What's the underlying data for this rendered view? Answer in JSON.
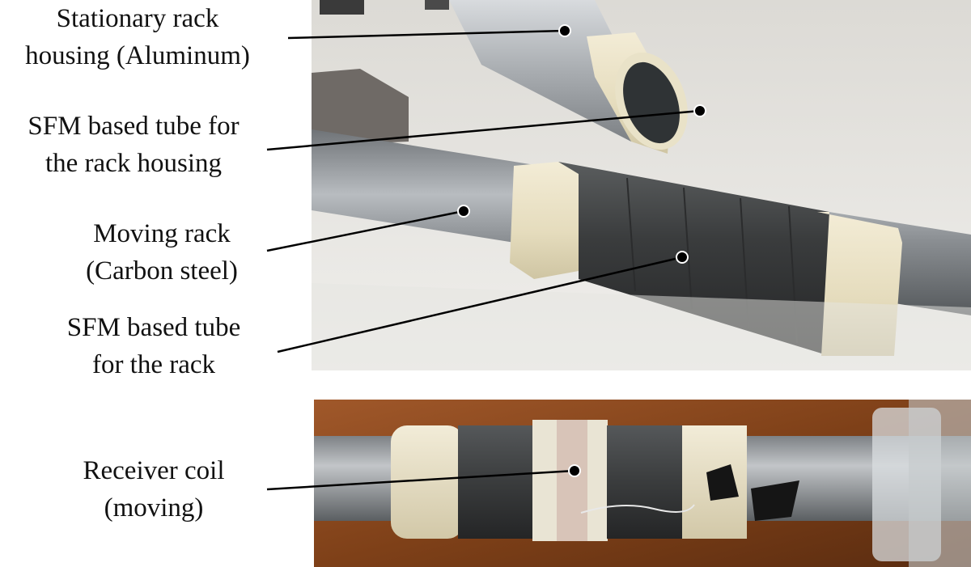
{
  "figure": {
    "labels": [
      {
        "id": "stationary-rack-housing",
        "lines": [
          "Stationary rack",
          "housing (Aluminum)"
        ]
      },
      {
        "id": "sfm-tube-housing",
        "lines": [
          "SFM based tube for",
          "the rack housing"
        ]
      },
      {
        "id": "moving-rack",
        "lines": [
          "Moving rack",
          "(Carbon steel)"
        ]
      },
      {
        "id": "sfm-tube-rack",
        "lines": [
          "SFM based tube",
          "for the rack"
        ]
      },
      {
        "id": "receiver-coil",
        "lines": [
          "Receiver coil",
          "(moving)"
        ]
      }
    ]
  },
  "colors": {
    "table_top": "#e9e8e4",
    "table_wood": "#8a4a1c",
    "aluminum": "#b9bcc0",
    "steel": "#8b8f93",
    "sfm_black": "#3a3c3d",
    "ivory_sleeve": "#eee6cc",
    "leader_line": "#000000"
  }
}
